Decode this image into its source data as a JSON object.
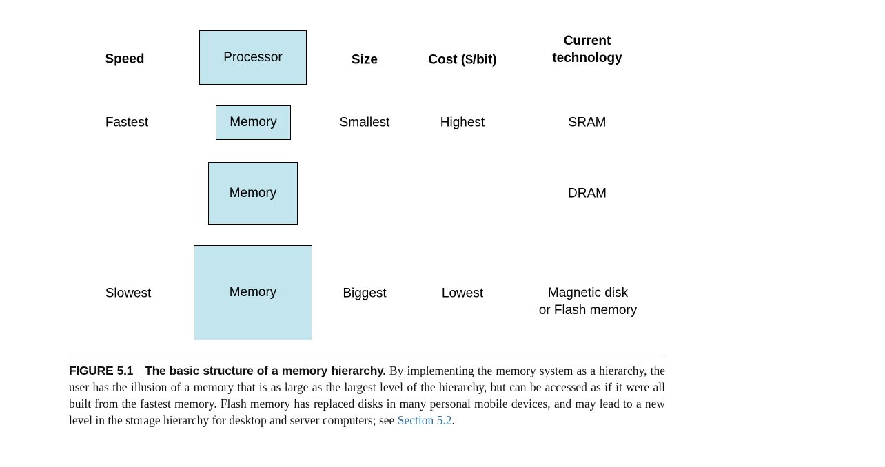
{
  "figure": {
    "headers": {
      "speed": "Speed",
      "size": "Size",
      "cost": "Cost ($/bit)",
      "technology_line1": "Current",
      "technology_line2": "technology"
    },
    "boxes": {
      "processor": "Processor",
      "memory1": "Memory",
      "memory2": "Memory",
      "memory3": "Memory"
    },
    "labels": {
      "row1": {
        "speed": "Fastest",
        "size": "Smallest",
        "cost": "Highest",
        "technology": "SRAM"
      },
      "row2": {
        "technology": "DRAM"
      },
      "row3": {
        "speed": "Slowest",
        "size": "Biggest",
        "cost": "Lowest",
        "technology_line1": "Magnetic disk",
        "technology_line2": "or Flash memory"
      }
    }
  },
  "caption": {
    "figure_label": "FIGURE 5.1",
    "title": "The basic structure of a memory hierarchy.",
    "body": "By implementing the memory system as a hierarchy, the user has the illusion of a memory that is as large as the largest level of the hierarchy, but can be accessed as if it were all built from the fastest memory. Flash memory has replaced disks in many personal mobile devices, and may lead to a new level in the storage hierarchy for desktop and server computers; see ",
    "link": "Section 5.2",
    "after_link": "."
  },
  "colors": {
    "box_fill": "#c2e5ee",
    "box_border": "#000000",
    "link_blue": "#2e74a3",
    "text": "#000000",
    "background": "#ffffff"
  }
}
